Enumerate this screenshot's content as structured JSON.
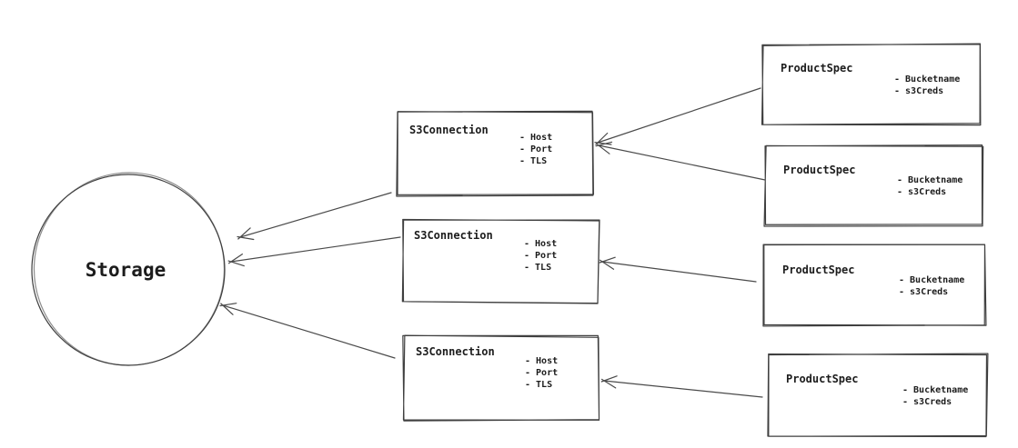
{
  "diagram": {
    "background_color": "#ffffff",
    "stroke_color": "#3f3f3f",
    "text_color": "#1c1c1c",
    "storage": {
      "label": "Storage"
    },
    "s3_connections": [
      {
        "title": "S3Connection",
        "attributes": [
          "- Host",
          "- Port",
          "- TLS"
        ]
      },
      {
        "title": "S3Connection",
        "attributes": [
          "- Host",
          "- Port",
          "- TLS"
        ]
      },
      {
        "title": "S3Connection",
        "attributes": [
          "- Host",
          "- Port",
          "- TLS"
        ]
      }
    ],
    "product_specs": [
      {
        "title": "ProductSpec",
        "attributes": [
          "- Bucketname",
          "- s3Creds"
        ]
      },
      {
        "title": "ProductSpec",
        "attributes": [
          "- Bucketname",
          "- s3Creds"
        ]
      },
      {
        "title": "ProductSpec",
        "attributes": [
          "- Bucketname",
          "- s3Creds"
        ]
      },
      {
        "title": "ProductSpec",
        "attributes": [
          "- Bucketname",
          "- s3Creds"
        ]
      }
    ],
    "relations": [
      {
        "from": "s3connection-1",
        "to": "storage"
      },
      {
        "from": "s3connection-2",
        "to": "storage"
      },
      {
        "from": "s3connection-3",
        "to": "storage"
      },
      {
        "from": "productspec-1",
        "to": "s3connection-1"
      },
      {
        "from": "productspec-2",
        "to": "s3connection-1"
      },
      {
        "from": "productspec-3",
        "to": "s3connection-2"
      },
      {
        "from": "productspec-4",
        "to": "s3connection-3"
      }
    ]
  }
}
